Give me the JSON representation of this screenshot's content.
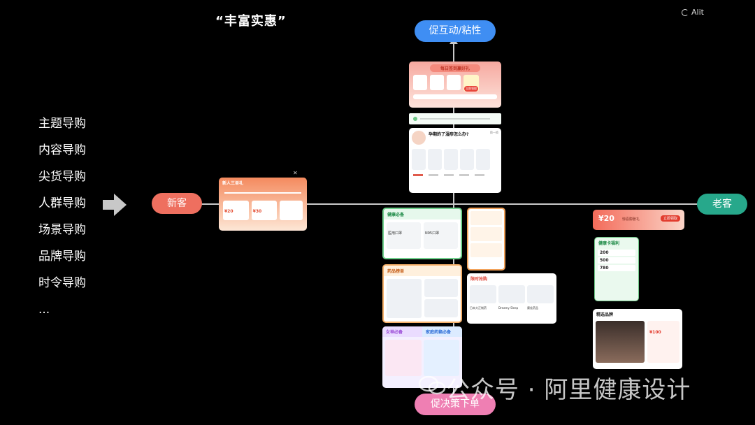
{
  "title": "“丰富实惠”",
  "brand": "Alit",
  "guides": [
    "主题导购",
    "内容导购",
    "尖货导购",
    "人群导购",
    "场景导购",
    "品牌导购",
    "时令导购",
    "..."
  ],
  "axis": {
    "top": "促互动/粘性",
    "bottom": "促决策下单",
    "left": "新客",
    "right": "老客"
  },
  "watermark": "公众号 · 阿里健康设计",
  "colors": {
    "top": "#3f8ef3",
    "bottom": "#ef7fb3",
    "left": "#ee6f5f",
    "right": "#27a88b"
  },
  "cards": {
    "daily": {
      "header": "每日签到赢好礼",
      "btn": "立即领取"
    },
    "content": {
      "question": "孕期的了湿疹怎么办?",
      "side": "换一换"
    },
    "newcomer": {
      "header": "新人三单礼",
      "coupon1": "¥20",
      "coupon2": "¥30"
    },
    "health": {
      "header": "健康必备",
      "item1": "医用口罩",
      "item2": "N95口罩"
    },
    "ranking": {
      "header": "药品榜单"
    },
    "hotsale": {
      "header": "限时抢购",
      "item1": "日本大正制药",
      "item2": "Dreamy Sleep",
      "item3": "康佳药品"
    },
    "female": {
      "header": "女神必备",
      "header2": "家庭药箱必备"
    },
    "coupon": {
      "amount": "¥20",
      "label": "惊喜膨胀礼",
      "btn": "立即领取"
    },
    "vip": {
      "header": "健康卡福利",
      "v1": "200",
      "v2": "500",
      "v3": "780"
    },
    "brandpick": {
      "header": "精选品牌",
      "promo": "¥100"
    }
  }
}
